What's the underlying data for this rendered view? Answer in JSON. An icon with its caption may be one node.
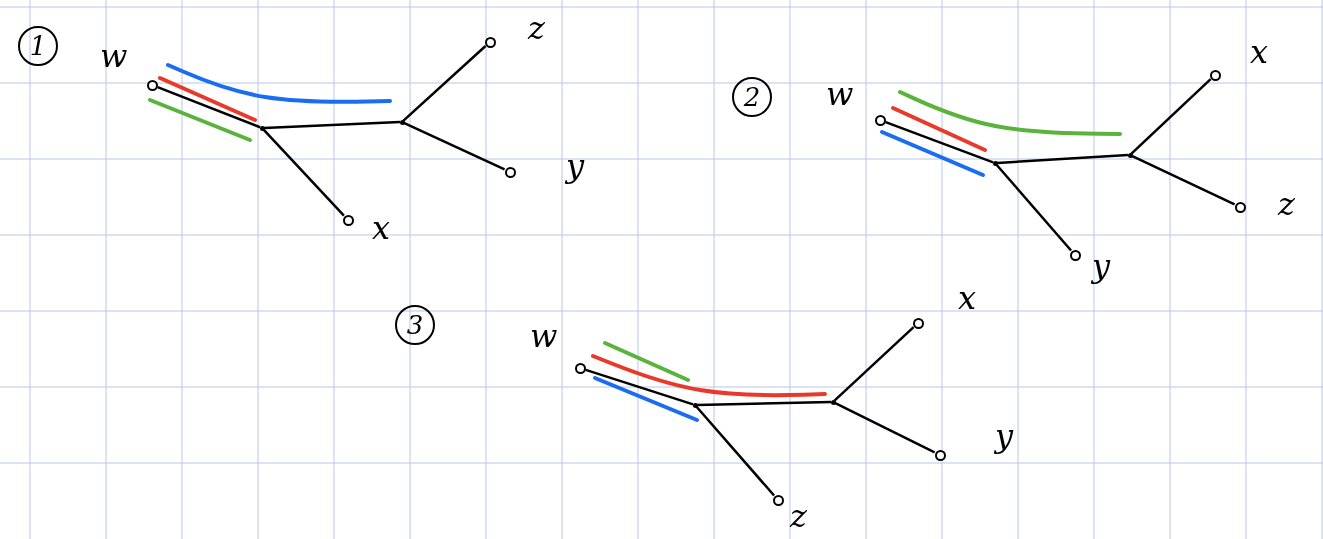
{
  "diagram": {
    "nodes": [
      {
        "text": [
          "1"
        ]
      },
      {
        "text": [],
        "shape": "circle",
        "beside": [
          "w"
        ]
      },
      {
        "text": [],
        "shape": "point"
      },
      {
        "text": [],
        "shape": "circle",
        "beside": [
          "x"
        ]
      },
      {
        "text": [],
        "shape": "point"
      },
      {
        "text": [],
        "shape": "circle",
        "beside": [
          "z"
        ]
      },
      {
        "text": [],
        "shape": "circle",
        "beside": [
          "y"
        ]
      },
      {
        "text": [
          "2"
        ]
      },
      {
        "text": [],
        "shape": "circle",
        "beside": [
          "w"
        ]
      },
      {
        "text": [],
        "shape": "point"
      },
      {
        "text": [],
        "shape": "circle",
        "beside": [
          "y"
        ]
      },
      {
        "text": [],
        "shape": "point"
      },
      {
        "text": [],
        "shape": "circle",
        "beside": [
          "x"
        ]
      },
      {
        "text": [],
        "shape": "circle",
        "beside": [
          "z"
        ]
      },
      {
        "text": [
          "3"
        ]
      },
      {
        "text": [],
        "shape": "circle",
        "beside": [
          "w"
        ]
      },
      {
        "text": [],
        "shape": "point"
      },
      {
        "text": [],
        "shape": "circle",
        "beside": [
          "z"
        ]
      },
      {
        "text": [],
        "shape": "point"
      },
      {
        "text": [],
        "shape": "circle",
        "beside": [
          "x"
        ]
      },
      {
        "text": [],
        "shape": "circle",
        "beside": [
          "y"
        ]
      }
    ],
    "edges": [
      {
        "from": 1,
        "to": 2,
        "arrow": "none"
      },
      {
        "from": 2,
        "to": 3,
        "arrow": "none"
      },
      {
        "from": 2,
        "to": 4,
        "arrow": "none"
      },
      {
        "from": 4,
        "to": 5,
        "arrow": "none"
      },
      {
        "from": 4,
        "to": 6,
        "arrow": "none"
      },
      {
        "from": 8,
        "to": 9,
        "arrow": "none"
      },
      {
        "from": 9,
        "to": 10,
        "arrow": "none"
      },
      {
        "from": 9,
        "to": 11,
        "arrow": "none"
      },
      {
        "from": 11,
        "to": 12,
        "arrow": "none"
      },
      {
        "from": 11,
        "to": 13,
        "arrow": "none"
      },
      {
        "from": 15,
        "to": 16,
        "arrow": "none"
      },
      {
        "from": 16,
        "to": 17,
        "arrow": "none"
      },
      {
        "from": 16,
        "to": 18,
        "arrow": "none"
      },
      {
        "from": 18,
        "to": 19,
        "arrow": "none"
      },
      {
        "from": 18,
        "to": 20,
        "arrow": "none"
      }
    ]
  }
}
